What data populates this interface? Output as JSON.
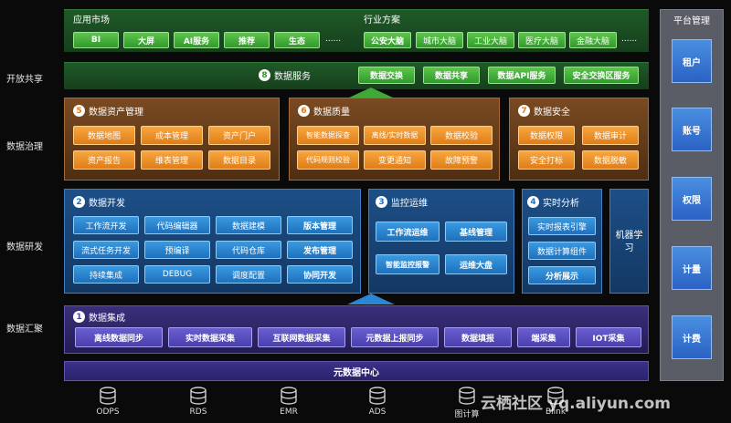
{
  "side_labels": {
    "share": "开放共享",
    "governance": "数据治理",
    "develop": "数据研发",
    "collect": "数据汇聚"
  },
  "market": {
    "title": "应用市场",
    "items": [
      "BI",
      "大屏",
      "AI服务",
      "推荐",
      "生态"
    ],
    "ellipsis": "......"
  },
  "industry": {
    "title": "行业方案",
    "items": [
      "公安大脑",
      "城市大脑",
      "工业大脑",
      "医疗大脑",
      "金融大脑"
    ],
    "ellipsis": "......"
  },
  "service": {
    "num": "8",
    "title": "数据服务",
    "items": [
      "数据交换",
      "数据共享",
      "数据API服务",
      "安全交换区服务"
    ]
  },
  "asset": {
    "num": "5",
    "title": "数据资产管理",
    "items": [
      "数据地图",
      "成本管理",
      "资产门户",
      "资产报告",
      "维表管理",
      "数据目录"
    ]
  },
  "quality": {
    "num": "6",
    "title": "数据质量",
    "items": [
      "智能数据探查",
      "离线/实时数据",
      "数据校验",
      "代码规则校验",
      "变更通知",
      "故障预警"
    ]
  },
  "security": {
    "num": "7",
    "title": "数据安全",
    "items": [
      "数据权限",
      "数据审计",
      "安全打标",
      "数据脱敏"
    ]
  },
  "develop": {
    "num": "2",
    "title": "数据开发",
    "items": [
      "工作流开发",
      "代码编辑器",
      "数据建模",
      "版本管理",
      "流式任务开发",
      "预编译",
      "代码仓库",
      "发布管理",
      "持续集成",
      "DEBUG",
      "调度配置",
      "协同开发"
    ]
  },
  "monitor": {
    "num": "3",
    "title": "监控运维",
    "items": [
      "工作流运维",
      "基线管理",
      "智能监控报警",
      "运维大盘"
    ]
  },
  "realtime": {
    "num": "4",
    "title": "实时分析",
    "items": [
      "实时报表引擎",
      "数据计算组件",
      "分析展示"
    ]
  },
  "ml": {
    "label": "机器学习"
  },
  "integration": {
    "num": "1",
    "title": "数据集成",
    "items": [
      "离线数据同步",
      "实时数据采集",
      "互联网数据采集",
      "元数据上报同步",
      "数据填报",
      "端采集",
      "IOT采集"
    ]
  },
  "meta_center": "元数据中心",
  "platform": {
    "title": "平台管理",
    "items": [
      "租户",
      "账号",
      "权限",
      "计量",
      "计费"
    ]
  },
  "engines": [
    "ODPS",
    "RDS",
    "EMR",
    "ADS",
    "图计算",
    "Blink"
  ],
  "watermark": "云栖社区 yq.aliyun.com",
  "colors": {
    "green": "#3fa836",
    "orange": "#f0922c",
    "blue": "#2b86d6",
    "purple": "#5a4fc0",
    "platform_blue": "#3a78d6"
  }
}
